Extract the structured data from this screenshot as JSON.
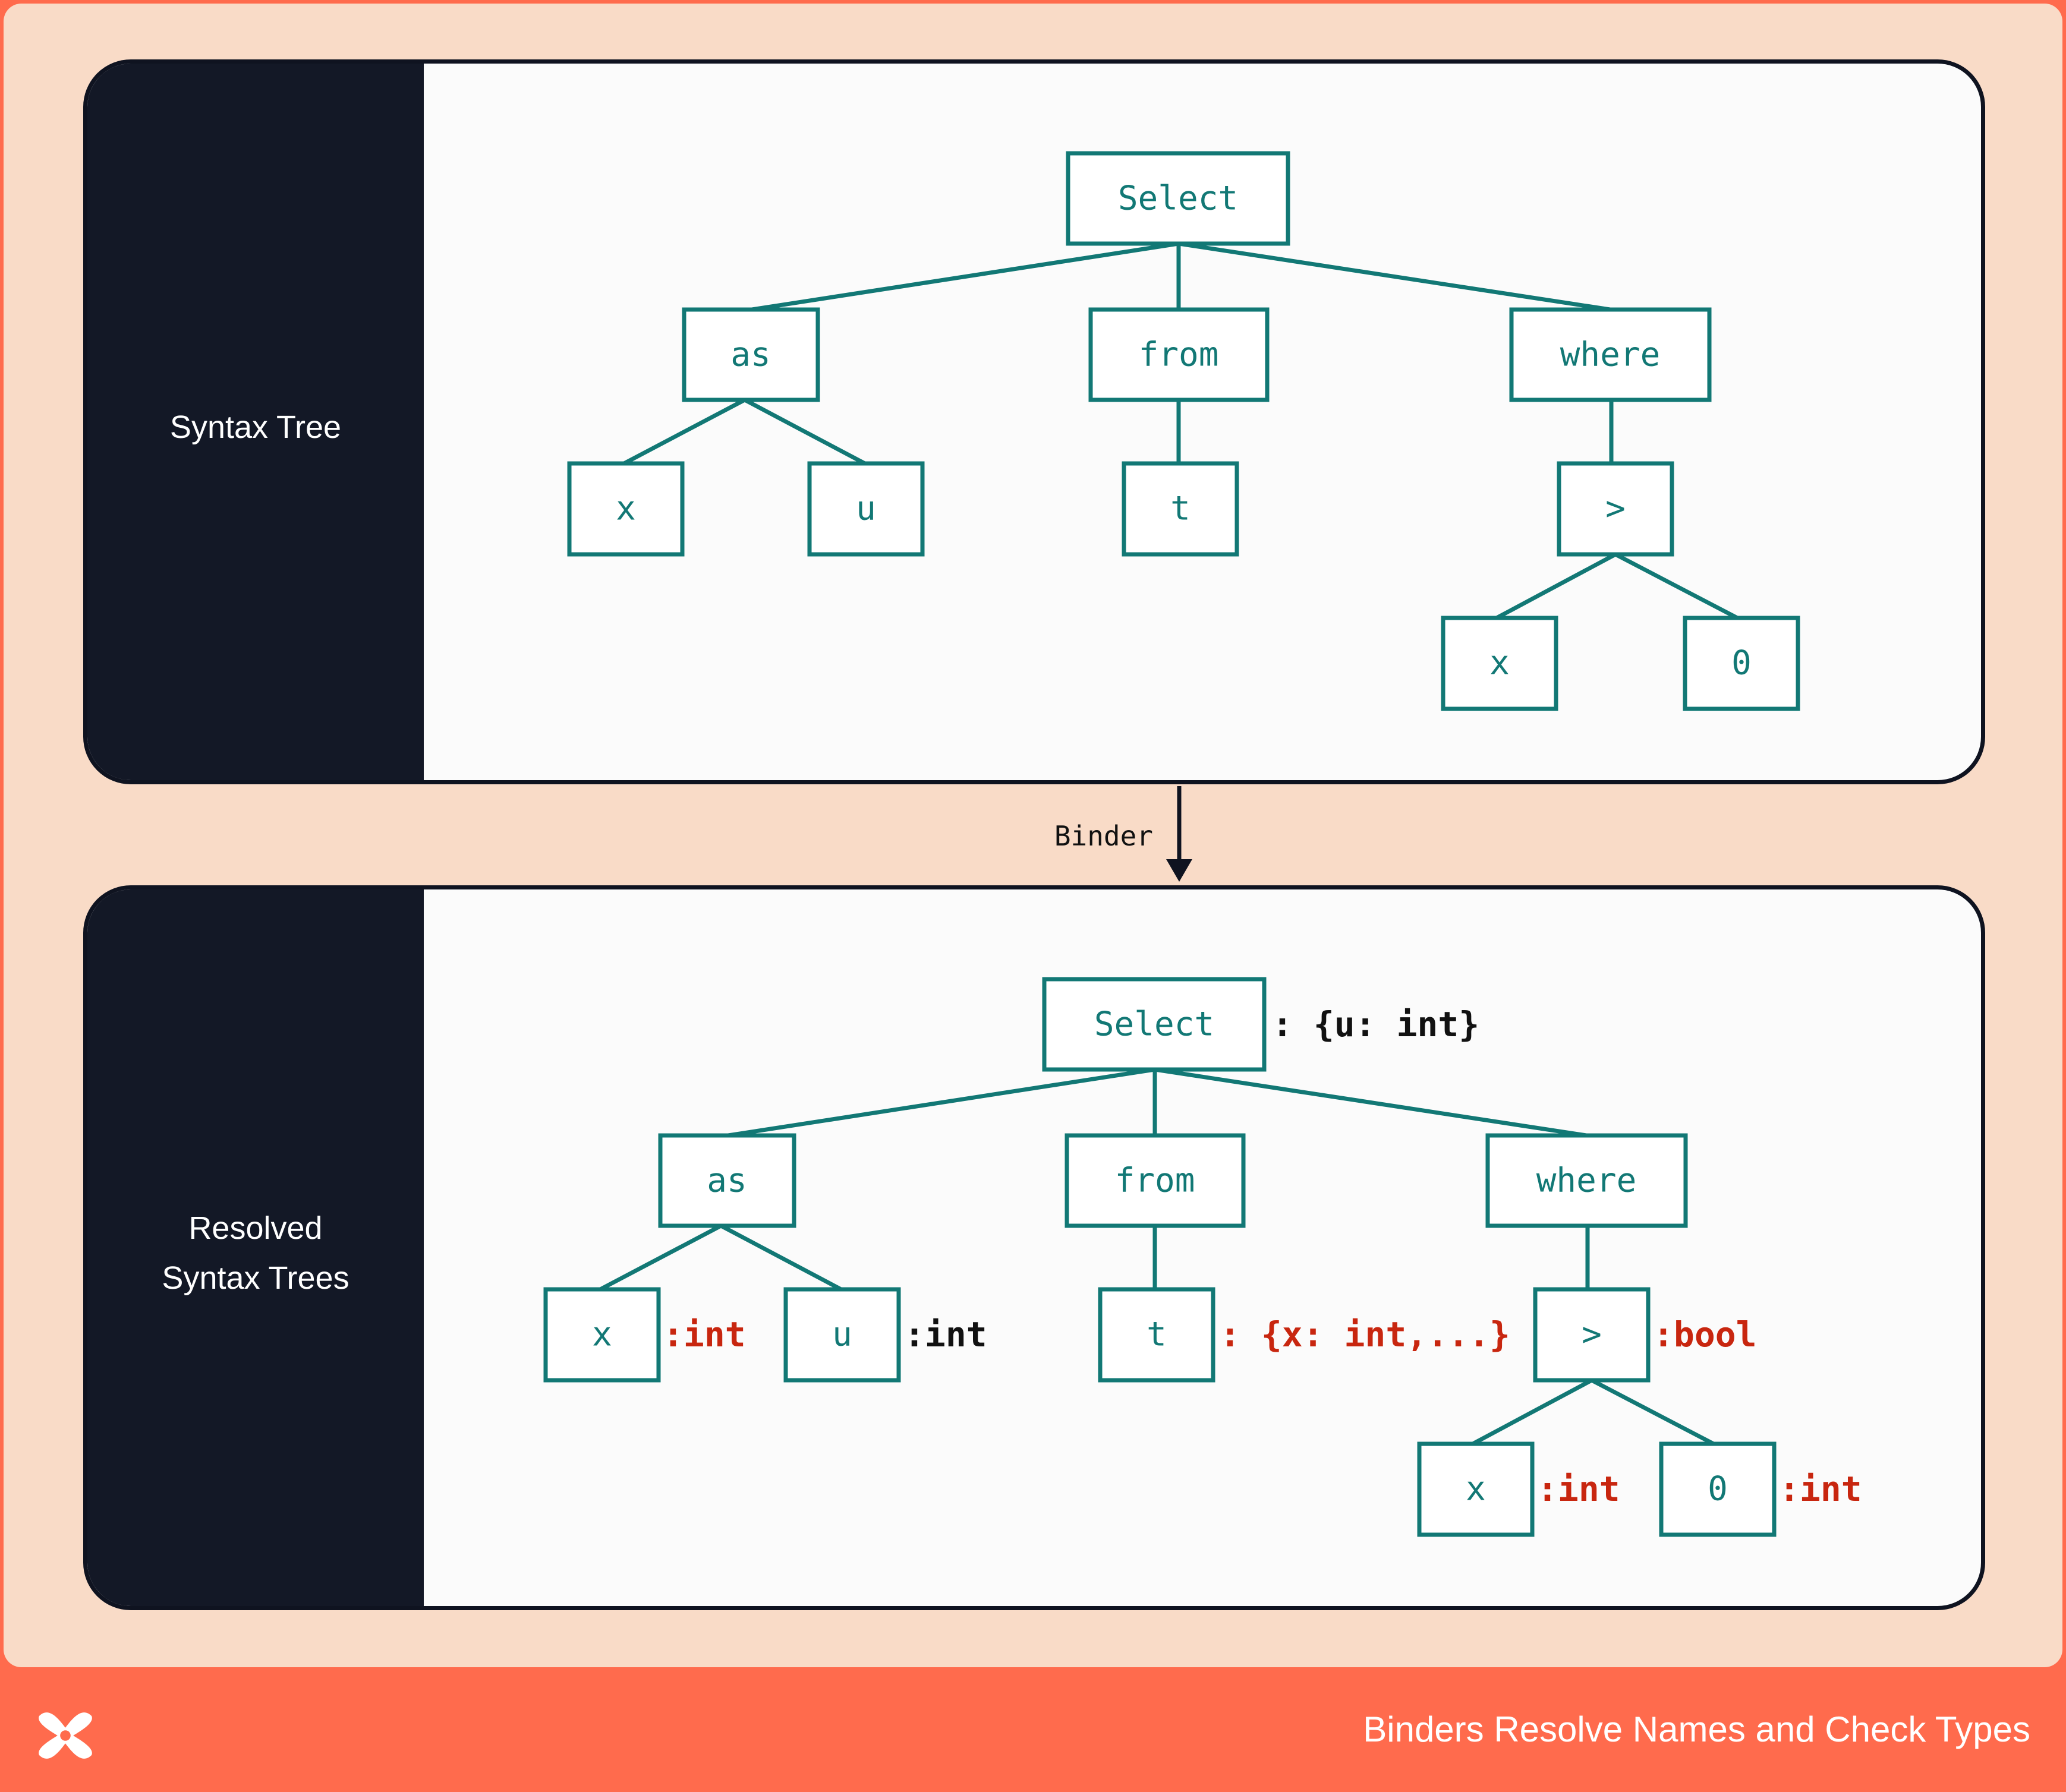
{
  "colors": {
    "background_outer": "#ff6b4d",
    "background_inner": "#f9dbc7",
    "sidebar": "#131826",
    "panel": "#fbfbfb",
    "node_teal": "#127875",
    "annotation_red": "#c8260f",
    "annotation_black": "#111111"
  },
  "top_panel": {
    "label": "Syntax Tree",
    "nodes": {
      "select": "Select",
      "as": "as",
      "from": "from",
      "where": "where",
      "x": "x",
      "u": "u",
      "t": "t",
      "gt": ">",
      "x2": "x",
      "zero": "0"
    }
  },
  "arrow": {
    "label": "Binder"
  },
  "bottom_panel": {
    "label_line1": "Resolved",
    "label_line2": "Syntax Trees",
    "nodes": {
      "select": "Select",
      "as": "as",
      "from": "from",
      "where": "where",
      "x": "x",
      "u": "u",
      "t": "t",
      "gt": ">",
      "x2": "x",
      "zero": "0"
    },
    "annotations": {
      "select": ": {u: int}",
      "x": ":int",
      "u": ":int",
      "t": ": {x: int,...}",
      "gt": ":bool",
      "x2": ":int",
      "zero": ":int"
    }
  },
  "footer": {
    "title": "Binders Resolve Names and Check Types",
    "logo_icon": "x-logo-icon"
  }
}
